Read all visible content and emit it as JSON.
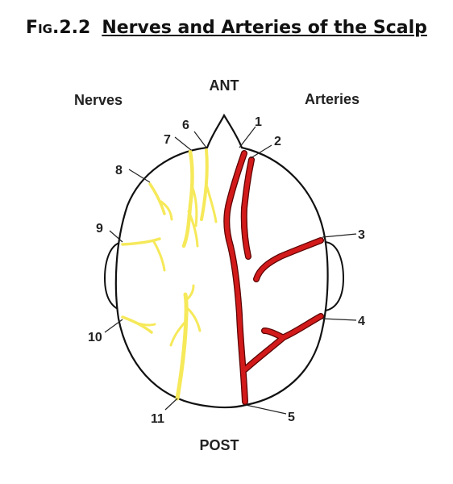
{
  "figure": {
    "number": "Fig.2.2",
    "title": "Nerves and Arteries of the Scalp"
  },
  "labels": {
    "ant": "ANT",
    "post": "POST",
    "nerves": "Nerves",
    "arteries": "Arteries"
  },
  "numbers": [
    "1",
    "2",
    "3",
    "4",
    "5",
    "6",
    "7",
    "8",
    "9",
    "10",
    "11"
  ],
  "colors": {
    "nerve": "#f6e95a",
    "artery": "#d21a1a",
    "outline": "#111111"
  }
}
